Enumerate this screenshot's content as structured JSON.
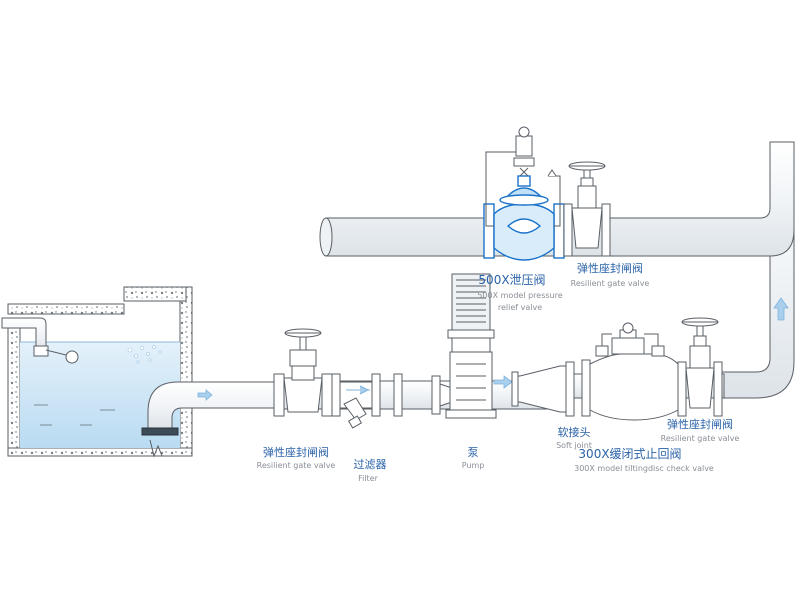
{
  "labels": {
    "pressure_relief_cn": "500X泄压阀",
    "pressure_relief_en_1": "500X model pressure",
    "pressure_relief_en_2": "relief valve",
    "gate_top_cn": "弹性座封闸阀",
    "gate_top_en": "Resilient  gate valve",
    "gate_left_cn": "弹性座封闸阀",
    "gate_left_en": "Resilient  gate valve",
    "filter_cn": "过滤器",
    "filter_en": "Filter",
    "pump_cn": "泵",
    "pump_en": "Pump",
    "soft_joint_cn": "软接头",
    "soft_joint_en": "Soft joint",
    "gate_right_cn": "弹性座封闸阀",
    "gate_right_en": "Resilient  gate valve",
    "check_valve_cn": "300X缓闭式止回阀",
    "check_valve_en": "300X model tiltingdisc check valve"
  },
  "colors": {
    "pipe_stroke": "#5a5f66",
    "pipe_fill": "#f4f7f9",
    "water": "#cfe6f6",
    "valve_blue": "#1a73c9",
    "valve_line": "#6a7079",
    "arrow": "#a9cfec",
    "label_blue": "#2a62a8",
    "label_grey": "#8a8f96"
  }
}
